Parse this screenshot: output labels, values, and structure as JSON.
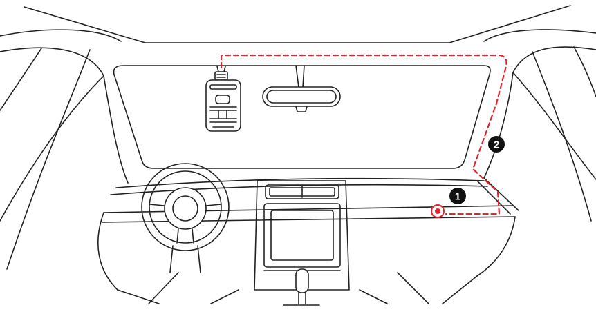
{
  "callouts": [
    {
      "id": "power-port",
      "label": "1"
    },
    {
      "id": "a-pillar-route",
      "label": "2"
    }
  ],
  "colors": {
    "outline": "#222222",
    "cable_route": "#e0262c",
    "badge_fill": "#111111",
    "background": "#ffffff"
  },
  "icons": [
    "dash-cam-icon",
    "steering-wheel-icon",
    "rearview-mirror-icon",
    "gear-shifter-icon",
    "power-socket-icon"
  ]
}
